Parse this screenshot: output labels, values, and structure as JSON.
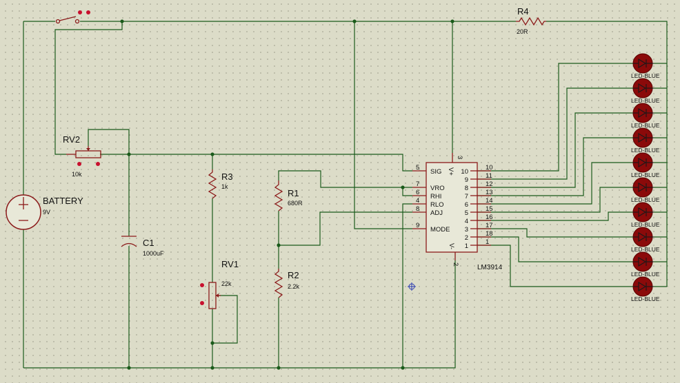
{
  "schematic": {
    "battery": {
      "ref": "BATTERY",
      "value": "9V"
    },
    "switch": {
      "ref": ""
    },
    "rv2": {
      "ref": "RV2",
      "value": "10k"
    },
    "r3": {
      "ref": "R3",
      "value": "1k"
    },
    "c1": {
      "ref": "C1",
      "value": "1000uF"
    },
    "rv1": {
      "ref": "RV1",
      "value": "22k"
    },
    "r1": {
      "ref": "R1",
      "value": "680R"
    },
    "r2": {
      "ref": "R2",
      "value": "2.2k"
    },
    "r4": {
      "ref": "R4",
      "value": "20R"
    },
    "ic": {
      "part": "LM3914",
      "left_pins": [
        {
          "num": "5",
          "name": "SIG"
        },
        {
          "num": "7",
          "name": "VRO"
        },
        {
          "num": "6",
          "name": "RHI"
        },
        {
          "num": "4",
          "name": "RLO"
        },
        {
          "num": "8",
          "name": "ADJ"
        },
        {
          "num": "9",
          "name": "MODE"
        }
      ],
      "right_pins": [
        {
          "num": "10",
          "out": "10"
        },
        {
          "num": "9",
          "out": "11"
        },
        {
          "num": "8",
          "out": "12"
        },
        {
          "num": "7",
          "out": "13"
        },
        {
          "num": "6",
          "out": "14"
        },
        {
          "num": "5",
          "out": "15"
        },
        {
          "num": "4",
          "out": "16"
        },
        {
          "num": "3",
          "out": "17"
        },
        {
          "num": "2",
          "out": "18"
        },
        {
          "num": "1",
          "out": "1"
        }
      ],
      "top_pin": {
        "num": "3",
        "name": "V+"
      },
      "bottom_pin": {
        "num": "2",
        "name": "V-"
      }
    },
    "leds": [
      {
        "label": "LED-BLUE"
      },
      {
        "label": "LED-BLUE"
      },
      {
        "label": "LED-BLUE"
      },
      {
        "label": "LED-BLUE"
      },
      {
        "label": "LED-BLUE"
      },
      {
        "label": "LED-BLUE"
      },
      {
        "label": "LED-BLUE"
      },
      {
        "label": "LED-BLUE"
      },
      {
        "label": "LED-BLUE"
      },
      {
        "label": "LED-BLUE"
      }
    ],
    "colors": {
      "wire": "#1a5a1a",
      "component": "#8b1a1a",
      "background": "#dcdcc8",
      "led": "#8b0a0a"
    }
  }
}
